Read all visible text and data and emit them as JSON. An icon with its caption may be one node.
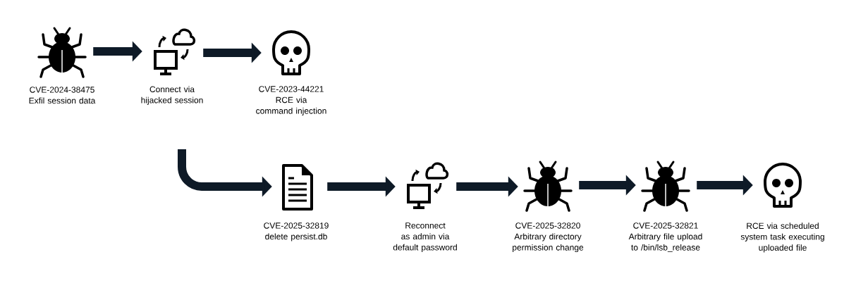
{
  "diagram": {
    "nodes": [
      {
        "text": [
          "CVE-2024-38475",
          "Exfil session data"
        ]
      },
      {
        "text": [
          "Connect via hijacked session"
        ]
      },
      {
        "text": [
          "CVE-2023-44221",
          "RCE via command injection"
        ]
      },
      {
        "text": [
          "CVE-2025-32819",
          "delete persist.db"
        ]
      },
      {
        "text": [
          "Reconnect as admin via default password"
        ]
      },
      {
        "text": [
          "CVE-2025-32820",
          "Arbitrary directory permission change"
        ]
      },
      {
        "text": [
          "CVE-2025-32821",
          "Arbitrary file upload to /bin/lsb_release"
        ]
      },
      {
        "text": [
          "RCE via scheduled system task executing uploaded file"
        ]
      }
    ],
    "edges": [
      {
        "from": 0,
        "to": 1,
        "arrow": "to"
      },
      {
        "from": 1,
        "to": 2,
        "arrow": "to"
      },
      {
        "from": null,
        "to": 3,
        "arrow": "to"
      },
      {
        "from": 3,
        "to": 4,
        "arrow": "to"
      },
      {
        "from": 4,
        "to": 5,
        "arrow": "to"
      },
      {
        "from": 5,
        "to": 6,
        "arrow": "to"
      },
      {
        "from": 6,
        "to": 7,
        "arrow": "to"
      }
    ]
  }
}
